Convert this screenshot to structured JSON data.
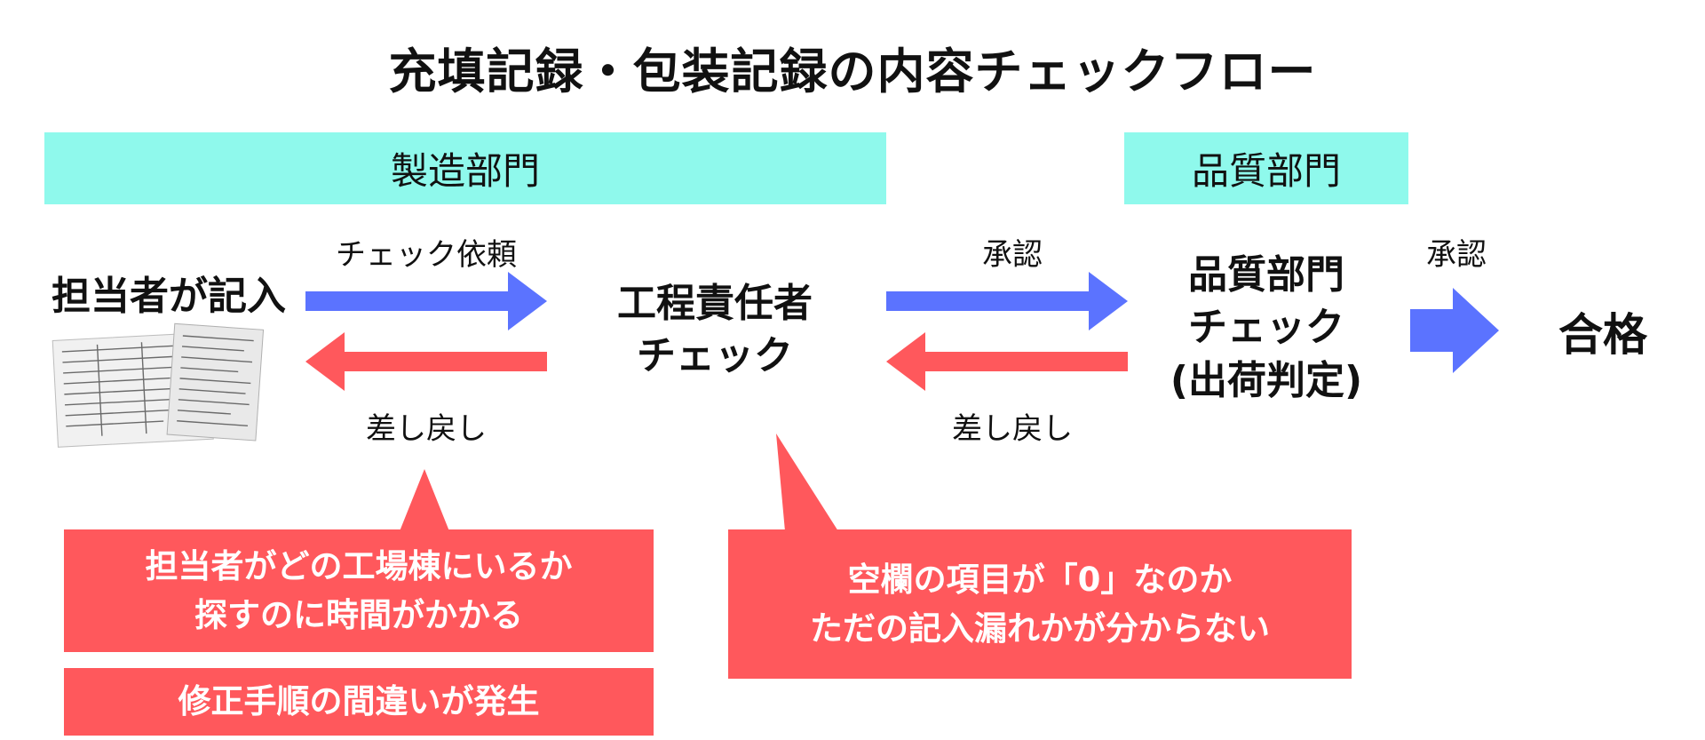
{
  "title": "充填記録・包装記録の内容チェックフロー",
  "departments": {
    "manufacturing": "製造部門",
    "quality": "品質部門"
  },
  "nodes": {
    "operator": "担当者が記入",
    "process_manager_line1": "工程責任者",
    "process_manager_line2": "チェック",
    "quality_line1": "品質部門",
    "quality_line2": "チェック",
    "quality_line3": "(出荷判定)",
    "pass": "合格"
  },
  "edge_labels": {
    "check_request": "チェック依頼",
    "send_back_1": "差し戻し",
    "approve_1": "承認",
    "send_back_2": "差し戻し",
    "approve_2": "承認"
  },
  "issues": {
    "box1_line1": "担当者がどの工場棟にいるか",
    "box1_line2": "探すのに時間がかかる",
    "box2": "修正手順の間違いが発生",
    "box3_line1": "空欄の項目が「0」なのか",
    "box3_line2": "ただの記入漏れかが分からない"
  },
  "colors": {
    "band": "#8ff9ec",
    "forward_arrow": "#5b73ff",
    "back_arrow": "#ff585c",
    "issue_box": "#ff585c"
  }
}
